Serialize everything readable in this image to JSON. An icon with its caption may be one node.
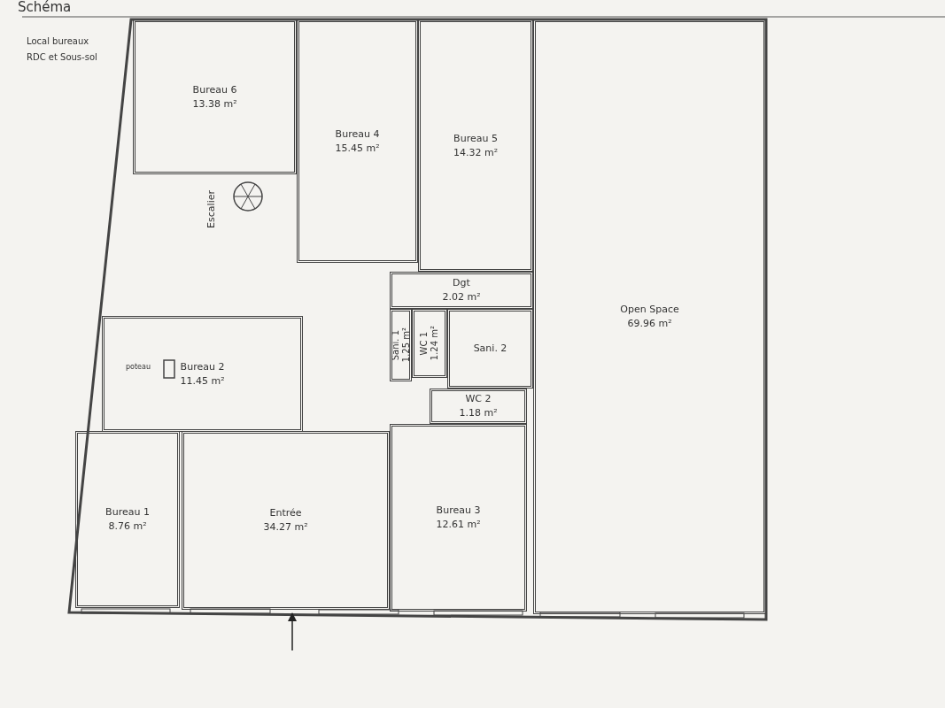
{
  "diagram": {
    "title": "Schéma",
    "nodes": [
      {
        "text": [
          "Bureau 6",
          "13.38 m²"
        ]
      },
      {
        "text": [
          "Bureau 4",
          "15.45 m²"
        ]
      },
      {
        "text": [
          "Bureau 5",
          "14.32 m²"
        ]
      },
      {
        "text": [
          "Open Space",
          "69.96 m²"
        ]
      },
      {
        "text": [
          "Dgt",
          "2.02 m²"
        ]
      },
      {
        "text": [
          "Sani. 1",
          "1.25 m²"
        ]
      },
      {
        "text": [
          "WC 1",
          "1.24 m²"
        ]
      },
      {
        "text": [
          "Sani. 2"
        ]
      },
      {
        "text": [
          "WC 2",
          "1.18 m²"
        ]
      },
      {
        "text": [
          "Bureau 2",
          "11.45 m²"
        ]
      },
      {
        "text": [
          "Entrée",
          "34.27 m²"
        ]
      },
      {
        "text": [
          "Bureau 1",
          "8.76 m²"
        ]
      },
      {
        "text": [
          "Bureau 3",
          "12.61 m²"
        ]
      }
    ],
    "edges": [
      {
        "from": null,
        "to": 10,
        "arrow": "to"
      }
    ],
    "labels": [
      "Local bureaux RDC et Sous-sol",
      "Escalier",
      "poteau"
    ]
  }
}
